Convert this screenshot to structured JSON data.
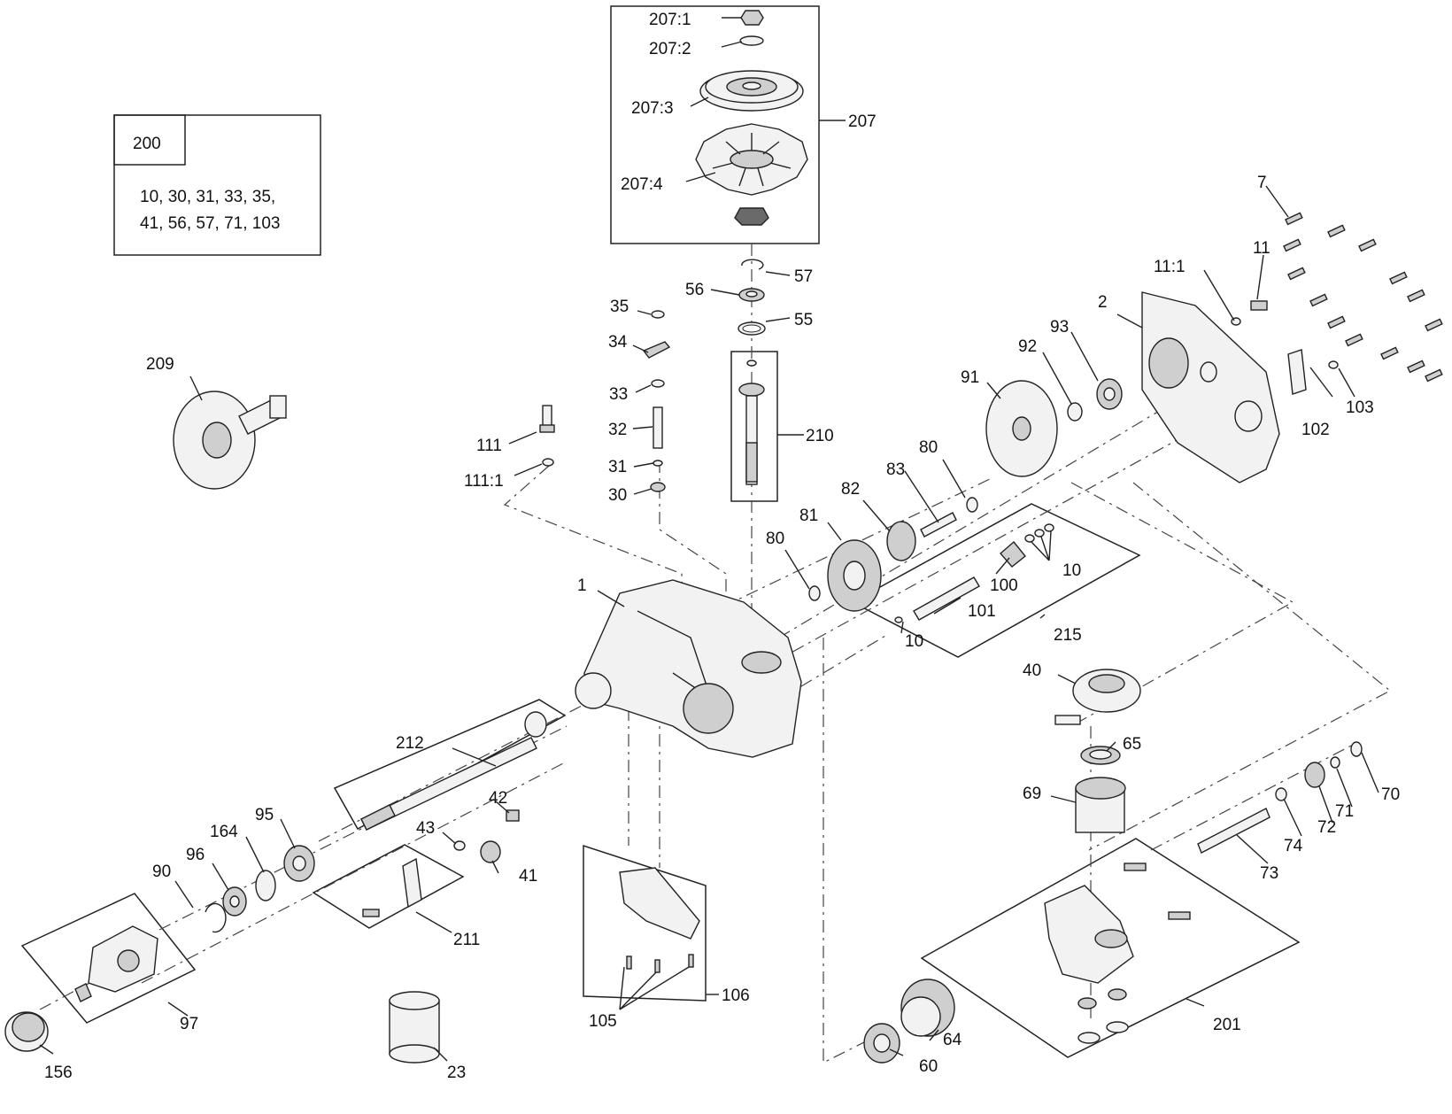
{
  "kit": {
    "number": "200",
    "contents_line1": "10, 30, 31, 33,  35,",
    "contents_line2": "41, 56, 57, 71, 103"
  },
  "callouts": {
    "c1": "1",
    "c2": "2",
    "c7": "7",
    "c10a": "10",
    "c10b": "10",
    "c11": "11",
    "c11_1": "11:1",
    "c23": "23",
    "c30": "30",
    "c31": "31",
    "c32": "32",
    "c33": "33",
    "c34": "34",
    "c35": "35",
    "c40": "40",
    "c41": "41",
    "c42": "42",
    "c43": "43",
    "c55": "55",
    "c56": "56",
    "c57": "57",
    "c60": "60",
    "c64": "64",
    "c65": "65",
    "c69": "69",
    "c70": "70",
    "c71": "71",
    "c72": "72",
    "c73": "73",
    "c74": "74",
    "c80a": "80",
    "c80b": "80",
    "c81": "81",
    "c82": "82",
    "c83": "83",
    "c90": "90",
    "c91": "91",
    "c92": "92",
    "c93": "93",
    "c95": "95",
    "c96": "96",
    "c97": "97",
    "c100": "100",
    "c101": "101",
    "c102": "102",
    "c103": "103",
    "c105": "105",
    "c106": "106",
    "c111": "111",
    "c111_1": "111:1",
    "c156": "156",
    "c164": "164",
    "c201": "201",
    "c207": "207",
    "c207_1": "207:1",
    "c207_2": "207:2",
    "c207_3": "207:3",
    "c207_4": "207:4",
    "c209": "209",
    "c210": "210",
    "c211": "211",
    "c212": "212",
    "c215": "215"
  }
}
